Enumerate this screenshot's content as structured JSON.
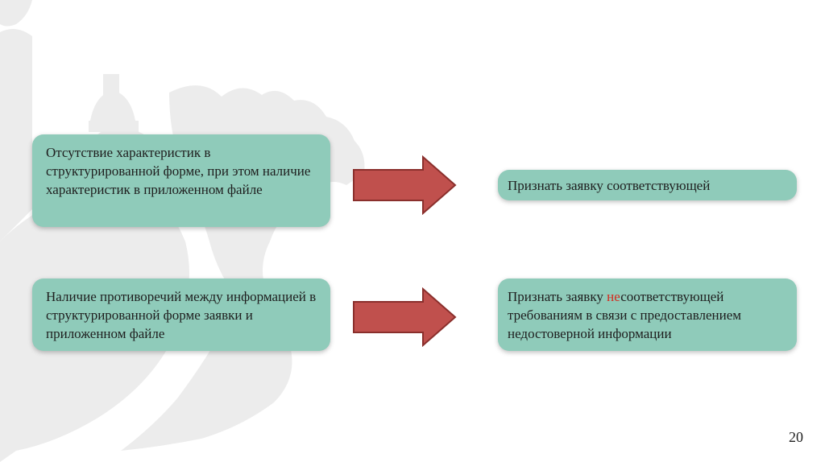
{
  "diagram": {
    "rows": [
      {
        "condition": "Отсутствие характеристик в структурированной форме, при этом наличие характеристик в приложенном файле",
        "result_before": "Признать заявку соответствующей",
        "result_highlight": "",
        "result_after": ""
      },
      {
        "condition": "Наличие противоречий между информацией в структурированной форме заявки и приложенном файле",
        "result_before": "Признать заявку ",
        "result_highlight": "не",
        "result_after": "соответствующей требованиям в связи с предоставлением недостоверной информации"
      }
    ],
    "colors": {
      "box_fill": "#8fcbba",
      "arrow_fill": "#c0504d",
      "arrow_stroke": "#8a2f2c",
      "highlight": "#d42a1e",
      "watermark": "#ececec"
    }
  },
  "page_number": "20",
  "icons": {
    "watermark": "double-headed-eagle-emblem-icon",
    "arrow": "right-arrow-icon"
  }
}
